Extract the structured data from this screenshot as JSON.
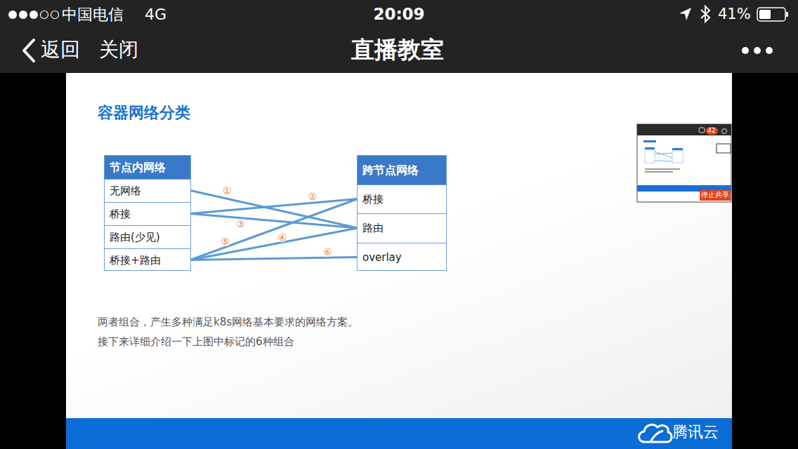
{
  "diagram": {
    "title": "容器网络分类",
    "nodes": [
      {
        "text": [
          "节点内网络"
        ]
      },
      {
        "text": [
          "无网络"
        ],
        "in": 0
      },
      {
        "text": [
          "桥接"
        ],
        "in": 0
      },
      {
        "text": [
          "路由(少见)"
        ],
        "in": 0
      },
      {
        "text": [
          "桥接+路由"
        ],
        "in": 0
      },
      {
        "text": [
          "跨节点网络"
        ]
      },
      {
        "text": [
          "桥接"
        ],
        "in": 5
      },
      {
        "text": [
          "路由"
        ],
        "in": 5
      },
      {
        "text": [
          "overlay"
        ],
        "in": 5
      }
    ],
    "edges": [
      {
        "from": 1,
        "to": 7,
        "label": "①",
        "arrow": "none"
      },
      {
        "from": 2,
        "to": 6,
        "label": "②",
        "arrow": "none"
      },
      {
        "from": 2,
        "to": 7,
        "label": "③",
        "arrow": "none"
      },
      {
        "from": 4,
        "to": 7,
        "label": "④",
        "arrow": "none"
      },
      {
        "from": 4,
        "to": 6,
        "label": "⑤",
        "arrow": "none"
      },
      {
        "from": 4,
        "to": 8,
        "label": "⑥",
        "arrow": "none"
      }
    ],
    "labels": [
      "中国电信",
      "4G",
      "20:09",
      "41%",
      "返回",
      "关闭",
      "直播教室",
      "42",
      "停止共享",
      "两者组合，产生多种满足k8s网络基本要求的网络方案。",
      "接下来详细介绍一下上图中标记的6种组合",
      "腾讯云"
    ]
  }
}
